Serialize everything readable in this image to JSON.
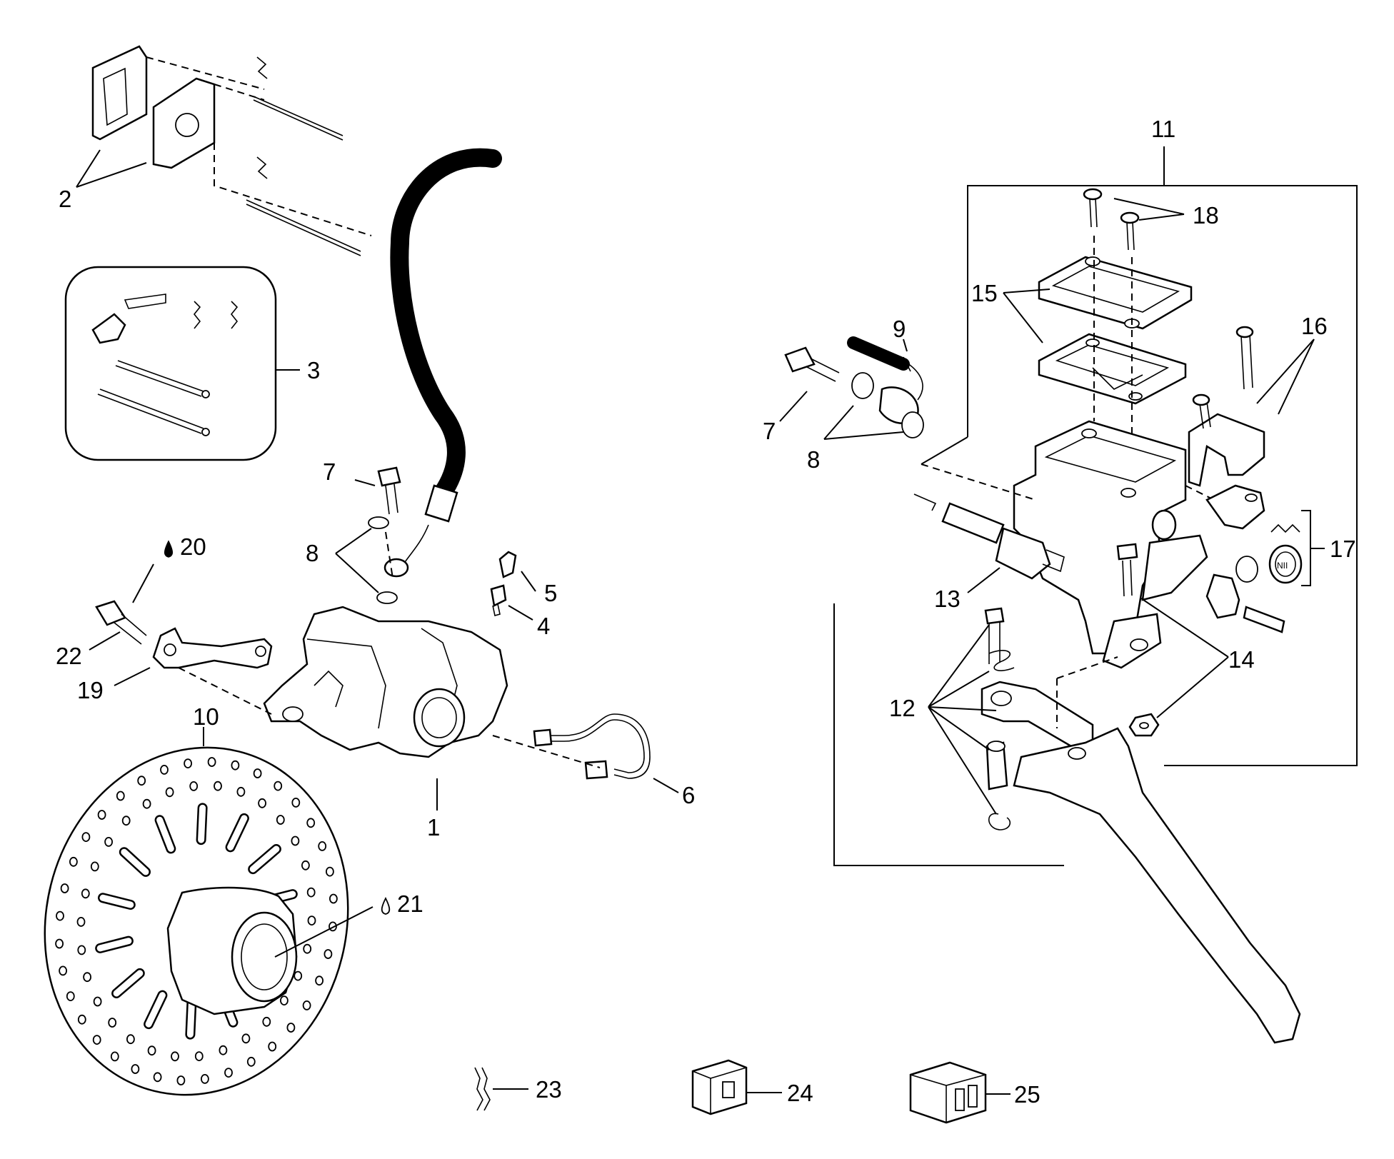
{
  "callouts": {
    "c1": "1",
    "c2": "2",
    "c3": "3",
    "c4": "4",
    "c5": "5",
    "c6": "6",
    "c7a": "7",
    "c7b": "7",
    "c8a": "8",
    "c8b": "8",
    "c9": "9",
    "c10": "10",
    "c11": "11",
    "c12": "12",
    "c13": "13",
    "c14": "14",
    "c15": "15",
    "c16": "16",
    "c17": "17",
    "c18": "18",
    "c19": "19",
    "c20": "20",
    "c21": "21",
    "c22": "22",
    "c23": "23",
    "c24": "24",
    "c25": "25"
  },
  "bo_label": "NII"
}
